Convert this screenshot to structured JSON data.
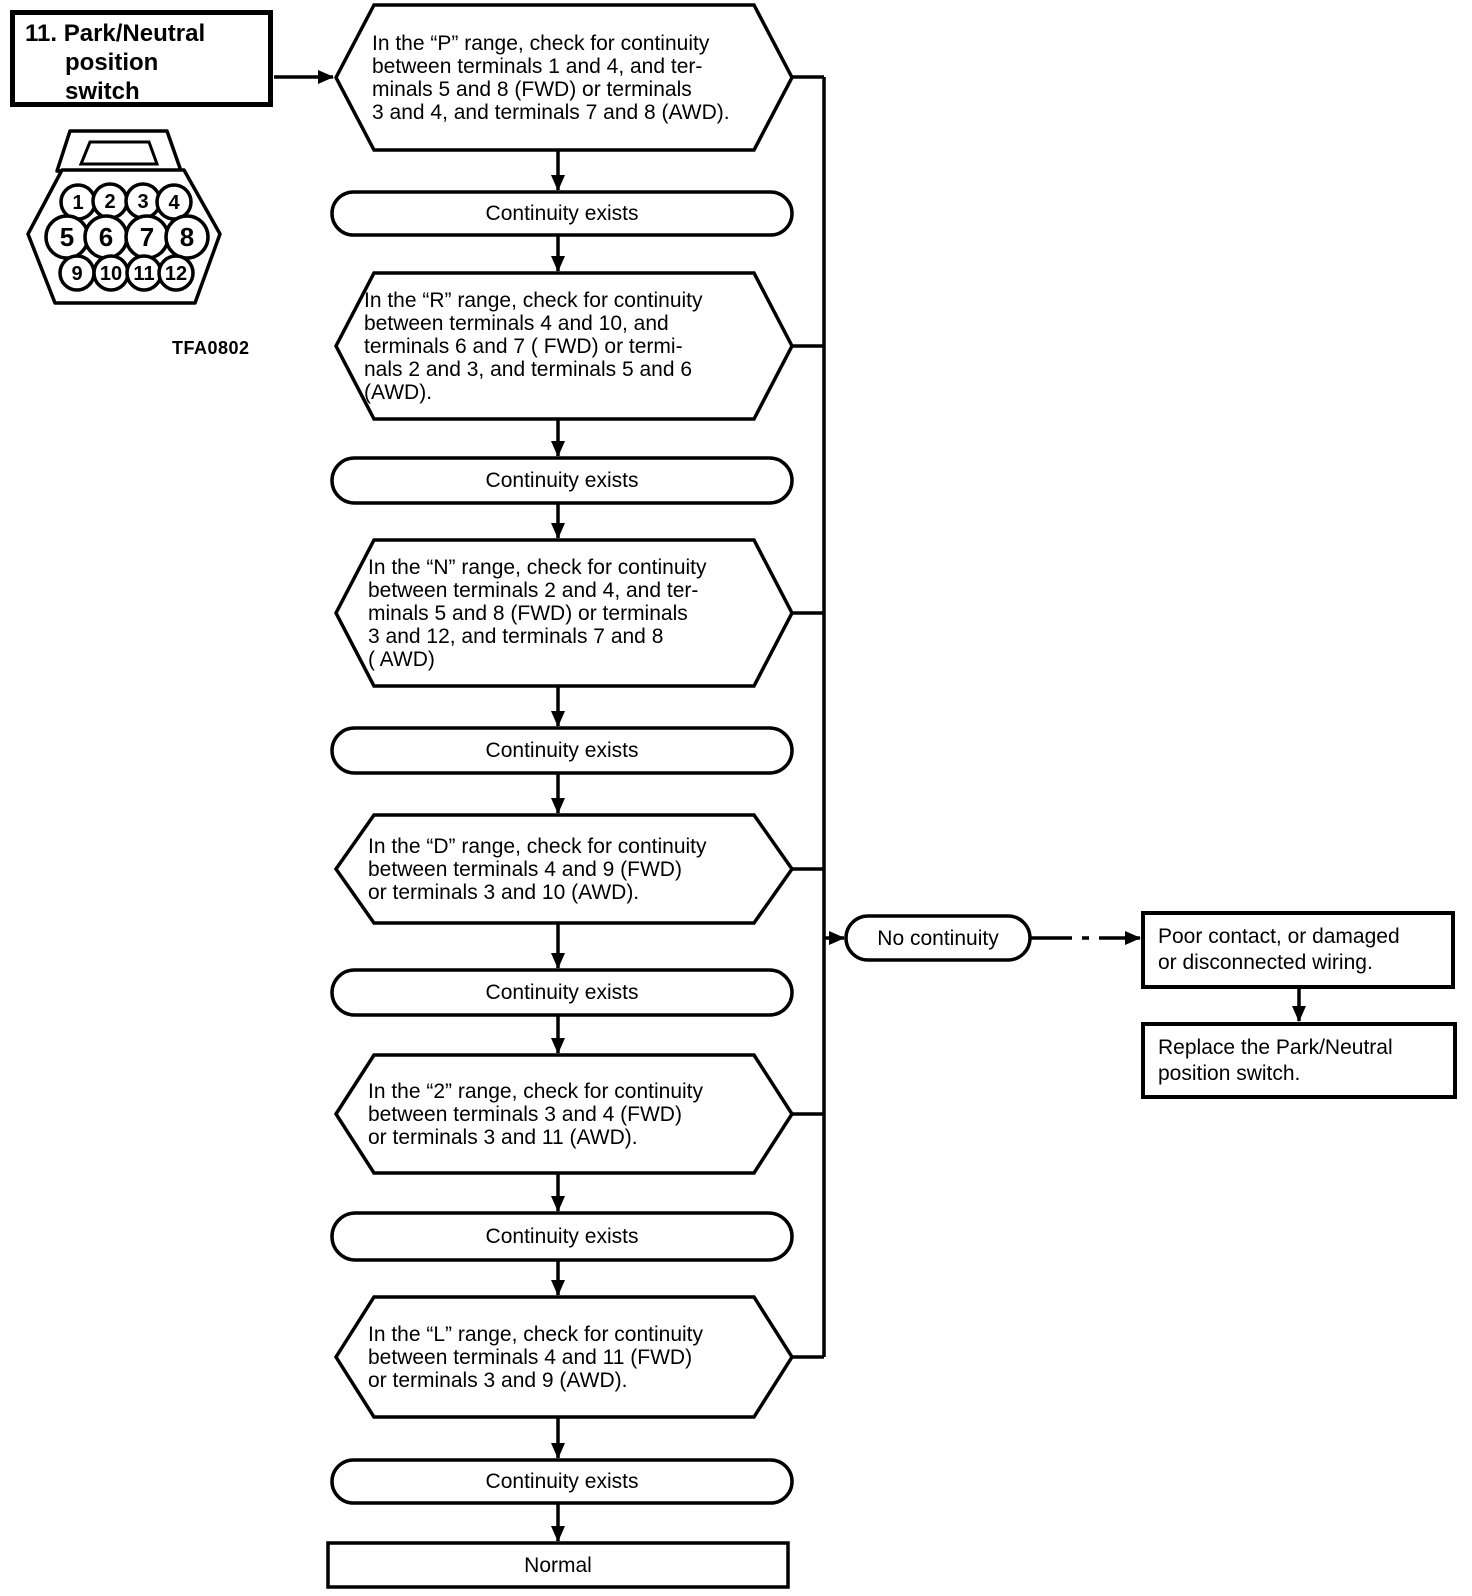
{
  "title": {
    "line1": "11. Park/Neutral",
    "line2": "position",
    "line3": "switch"
  },
  "connector": {
    "code": "TFA0802",
    "pins": [
      "1",
      "2",
      "3",
      "4",
      "5",
      "6",
      "7",
      "8",
      "9",
      "10",
      "11",
      "12"
    ]
  },
  "flow": {
    "p_range": "In the “P” range, check for continuity\nbetween terminals 1 and 4, and ter-\nminals 5 and 8 (FWD) or terminals\n3 and 4, and terminals 7 and 8 (AWD).",
    "continuity1": "Continuity exists",
    "r_range": "In the “R” range, check for continuity\nbetween terminals 4 and 10, and\nterminals 6 and 7 ( FWD) or termi-\nnals 2 and 3, and terminals 5 and 6\n(AWD).",
    "continuity2": "Continuity exists",
    "n_range": "In the “N” range, check for continuity\nbetween terminals 2 and 4, and ter-\nminals 5 and 8 (FWD) or terminals\n3 and 12, and terminals 7 and 8\n( AWD)",
    "continuity3": "Continuity exists",
    "d_range": "In the “D” range, check for continuity\nbetween terminals 4 and 9 (FWD)\nor terminals 3 and 10 (AWD).",
    "continuity4": "Continuity exists",
    "two_range": "In the “2” range, check for continuity\nbetween terminals 3 and 4 (FWD)\nor terminals 3 and 11 (AWD).",
    "continuity5": "Continuity exists",
    "l_range": "In the “L” range, check for continuity\nbetween terminals 4 and 11 (FWD)\nor terminals 3 and 9 (AWD).",
    "continuity6": "Continuity exists",
    "normal": "Normal",
    "no_continuity": "No continuity",
    "poor_contact": "Poor contact, or damaged\nor disconnected wiring.",
    "replace": "Replace the Park/Neutral\nposition switch."
  },
  "colors": {
    "ink": "#000000",
    "paper": "#ffffff"
  }
}
